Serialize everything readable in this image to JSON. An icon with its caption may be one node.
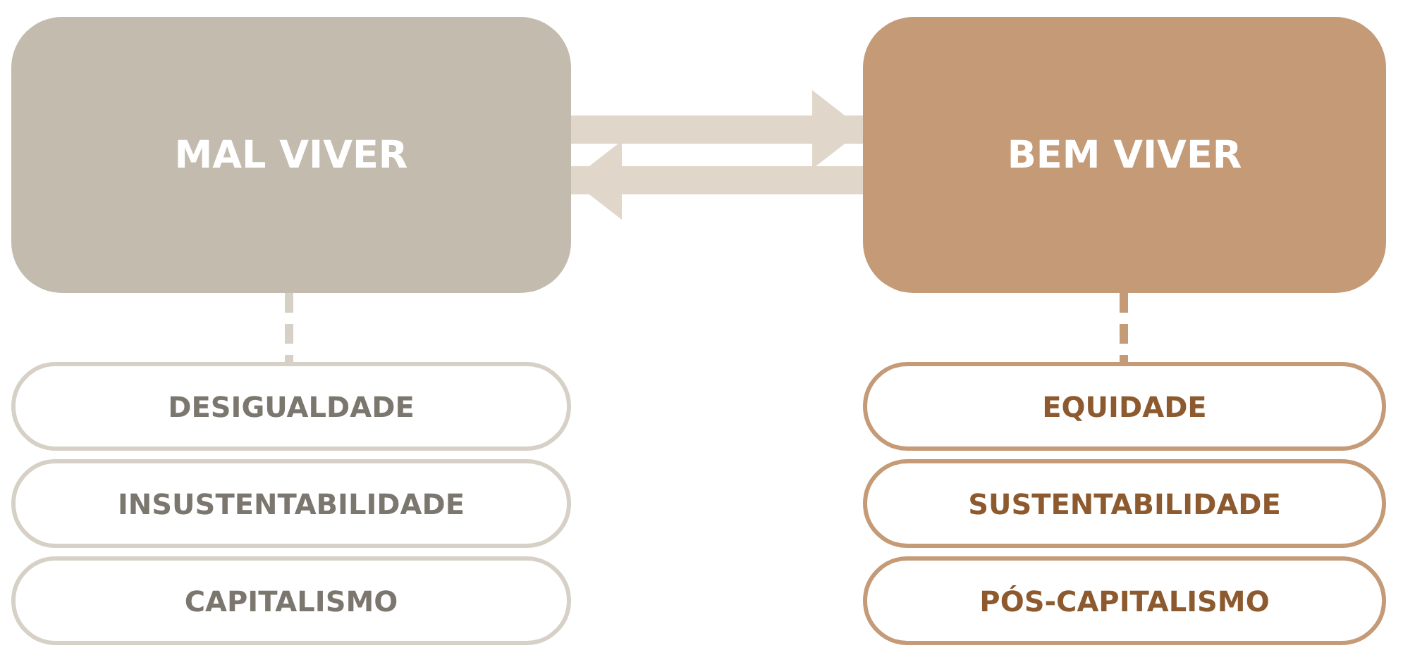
{
  "diagram": {
    "nodes": [
      {
        "text": [
          "MAL VIVER"
        ]
      },
      {
        "text": [
          "BEM VIVER"
        ]
      },
      {
        "text": [
          "DESIGUALDADE"
        ]
      },
      {
        "text": [
          "INSUSTENTABILIDADE"
        ]
      },
      {
        "text": [
          "CAPITALISMO"
        ]
      },
      {
        "text": [
          "EQUIDADE"
        ]
      },
      {
        "text": [
          "SUSTENTABILIDADE"
        ]
      },
      {
        "text": [
          "PÓS-CAPITALISMO"
        ]
      }
    ],
    "edges": [
      {
        "from": 0,
        "to": 1,
        "arrow": "to",
        "style": "thick",
        "color": "#e0d6c9"
      },
      {
        "from": 1,
        "to": 0,
        "arrow": "to",
        "style": "thick",
        "color": "#e0d6c9"
      },
      {
        "from": 0,
        "to": 2,
        "arrow": "none",
        "style": "dashed",
        "color": "#d6d0c7"
      },
      {
        "from": 1,
        "to": 5,
        "arrow": "none",
        "style": "dashed",
        "color": "#c49a77"
      }
    ]
  }
}
